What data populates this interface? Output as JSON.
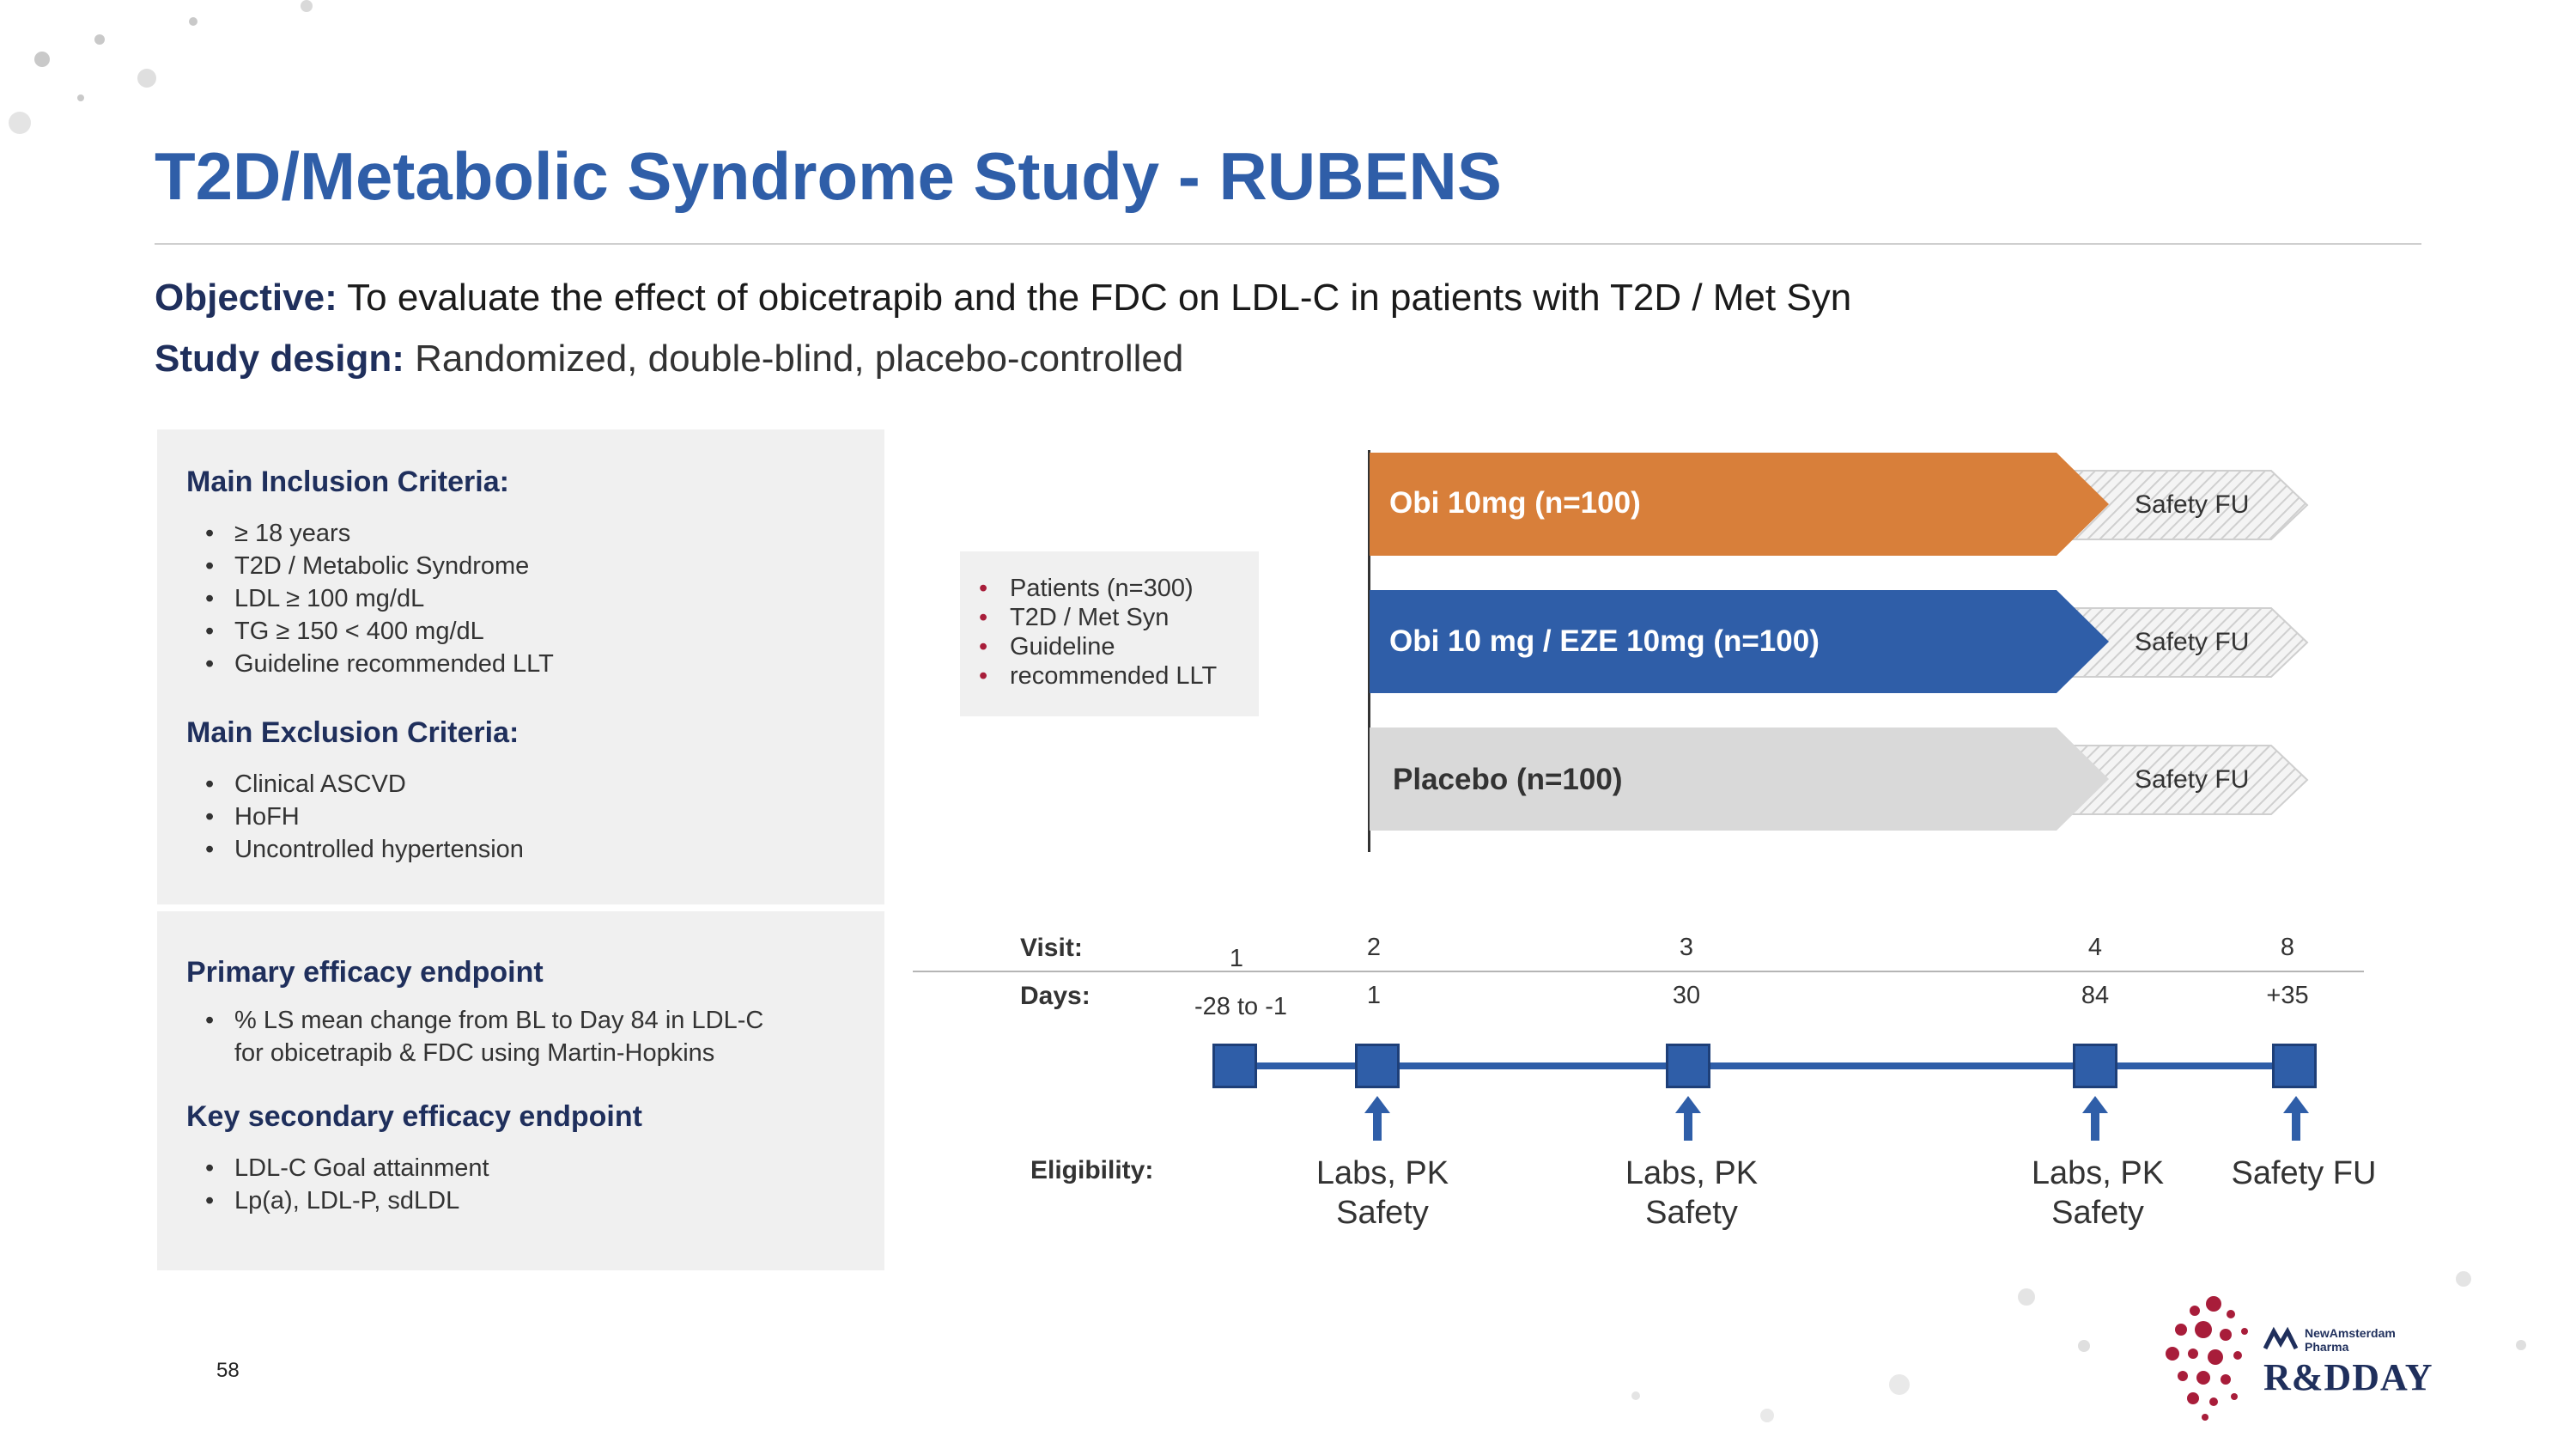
{
  "title": "T2D/Metabolic Syndrome Study - RUBENS",
  "objective": {
    "label": "Objective:",
    "text": " To evaluate the effect of obicetrapib and the FDC on LDL-C in patients with T2D  / Met Syn"
  },
  "study_design": {
    "label": "Study design:",
    "text": " Randomized, double-blind, placebo-controlled"
  },
  "inclusion": {
    "heading": "Main Inclusion Criteria:",
    "items": [
      "≥ 18 years",
      "T2D  / Metabolic Syndrome",
      "LDL ≥ 100 mg/dL",
      "TG ≥ 150 < 400 mg/dL",
      "Guideline recommended LLT"
    ]
  },
  "exclusion": {
    "heading": "Main Exclusion Criteria:",
    "items": [
      "Clinical ASCVD",
      "HoFH",
      "Uncontrolled hypertension"
    ]
  },
  "primary": {
    "heading": "Primary efficacy endpoint",
    "items": [
      "% LS mean change from BL to Day 84 in LDL-C",
      "for obicetrapib & FDC using Martin-Hopkins"
    ]
  },
  "secondary": {
    "heading": "Key secondary efficacy endpoint",
    "items": [
      "LDL-C Goal attainment",
      "Lp(a), LDL-P, sdLDL"
    ]
  },
  "patients": {
    "items": [
      "Patients (n=300)",
      "T2D / Met Syn",
      "Guideline",
      "recommended LLT"
    ]
  },
  "arms": [
    {
      "label": "Obi 10mg (n=100)",
      "color": "#d87f3a",
      "text_color": "#ffffff",
      "fu": "Safety FU"
    },
    {
      "label": "Obi 10 mg / EZE 10mg (n=100)",
      "color": "#2f5ea8",
      "text_color": "#ffffff",
      "fu": "Safety FU"
    },
    {
      "label": "Placebo (n=100)",
      "color": "#d9d9d9",
      "text_color": "#333333",
      "fu": "Safety FU"
    }
  ],
  "schedule": {
    "visit_label": "Visit:",
    "days_label": "Days:",
    "eligibility_label": "Eligibility:",
    "visits": [
      {
        "visit": "1",
        "days": "-28 to -1",
        "assess_line1": "",
        "assess_line2": ""
      },
      {
        "visit": "2",
        "days": "1",
        "assess_line1": "Labs, PK",
        "assess_line2": "Safety"
      },
      {
        "visit": "3",
        "days": "30",
        "assess_line1": "Labs, PK",
        "assess_line2": "Safety"
      },
      {
        "visit": "4",
        "days": "84",
        "assess_line1": "Labs, PK",
        "assess_line2": "Safety"
      },
      {
        "visit": "8",
        "days": "+35",
        "assess_line1": "Safety FU",
        "assess_line2": ""
      }
    ]
  },
  "page_number": "58",
  "logo": {
    "brand_line1": "NewAmsterdam",
    "brand_line2": "Pharma",
    "event": "R&DDAY"
  },
  "colors": {
    "title": "#2f5ea8",
    "heading": "#1f2f5c",
    "bullet_accent": "#a81d3a",
    "timeline": "#2f5ea8"
  }
}
